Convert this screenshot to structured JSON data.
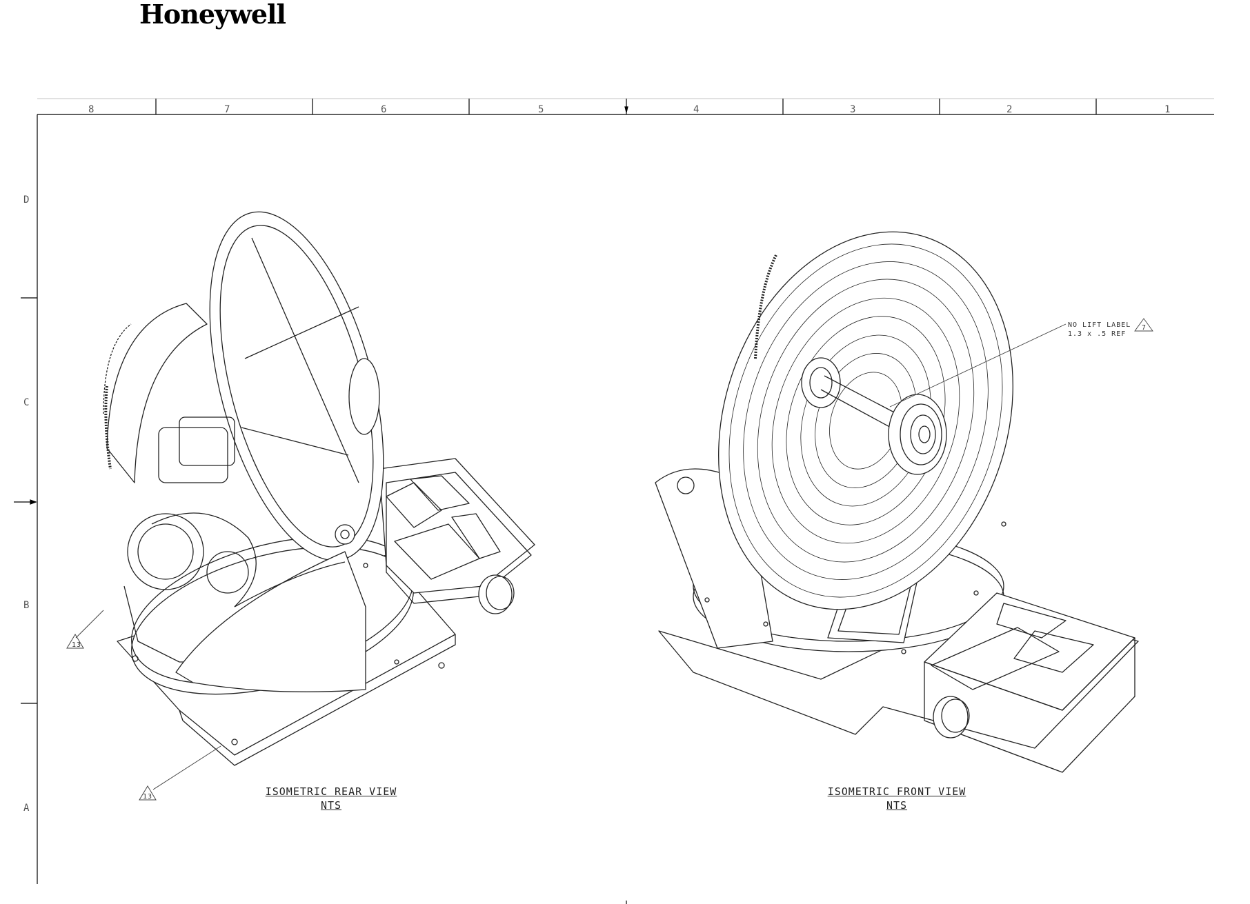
{
  "brand": {
    "logo": "Honeywell"
  },
  "border": {
    "columns": [
      "8",
      "7",
      "6",
      "5",
      "4",
      "3",
      "2",
      "1"
    ],
    "rows": [
      "D",
      "C",
      "B",
      "A"
    ]
  },
  "views": {
    "rear": {
      "title": "ISOMETRIC REAR VIEW",
      "scale": "NTS",
      "callouts": [
        "13",
        "13"
      ]
    },
    "front": {
      "title": "ISOMETRIC FRONT VIEW",
      "scale": "NTS",
      "label_note": {
        "line1": "NO LIFT LABEL",
        "line2": "1.3 x .5 REF",
        "flag": "7"
      }
    }
  }
}
